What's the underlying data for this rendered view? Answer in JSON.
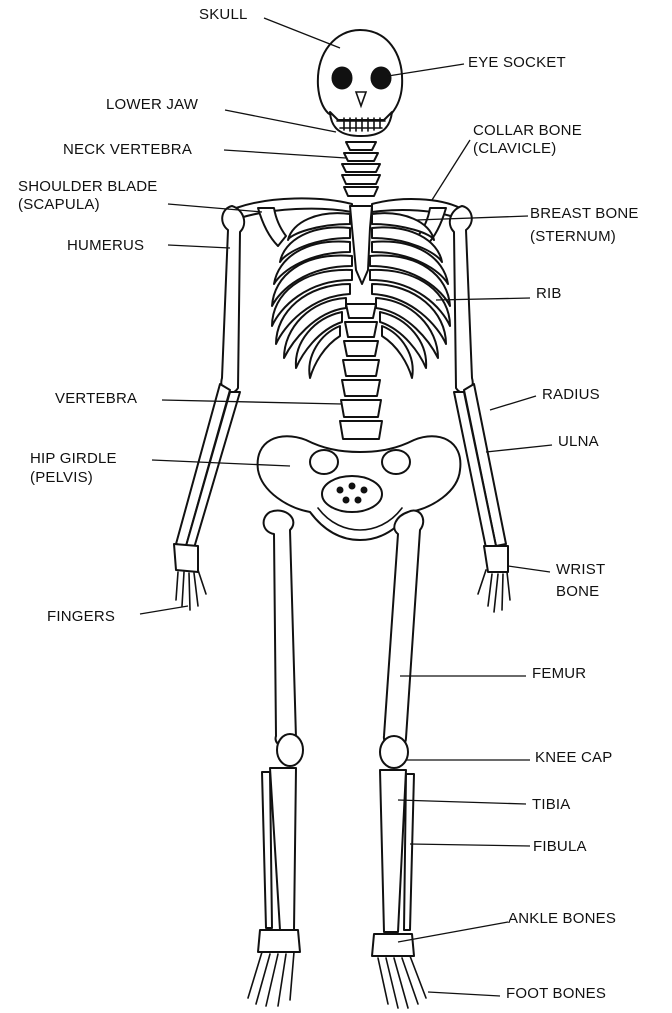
{
  "labels": {
    "skull": "SKULL",
    "eye_socket": "EYE SOCKET",
    "lower_jaw": "LOWER JAW",
    "collar_bone": "COLLAR BONE",
    "collar_bone_alt": "(CLAVICLE)",
    "neck_vertebra": "NECK VERTEBRA",
    "shoulder_blade": "SHOULDER BLADE",
    "shoulder_blade_alt": "(SCAPULA)",
    "breast_bone": "BREAST BONE",
    "breast_bone_alt": "(STERNUM)",
    "humerus": "HUMERUS",
    "rib": "RIB",
    "vertebra": "VERTEBRA",
    "radius": "RADIUS",
    "ulna": "ULNA",
    "hip_girdle": "HIP GIRDLE",
    "hip_girdle_alt": "(PELVIS)",
    "wrist_bone": "WRIST",
    "wrist_bone_2": "BONE",
    "fingers": "FINGERS",
    "femur": "FEMUR",
    "knee_cap": "KNEE CAP",
    "tibia": "TIBIA",
    "fibula": "FIBULA",
    "ankle_bones": "ANKLE BONES",
    "foot_bones": "FOOT BONES"
  }
}
